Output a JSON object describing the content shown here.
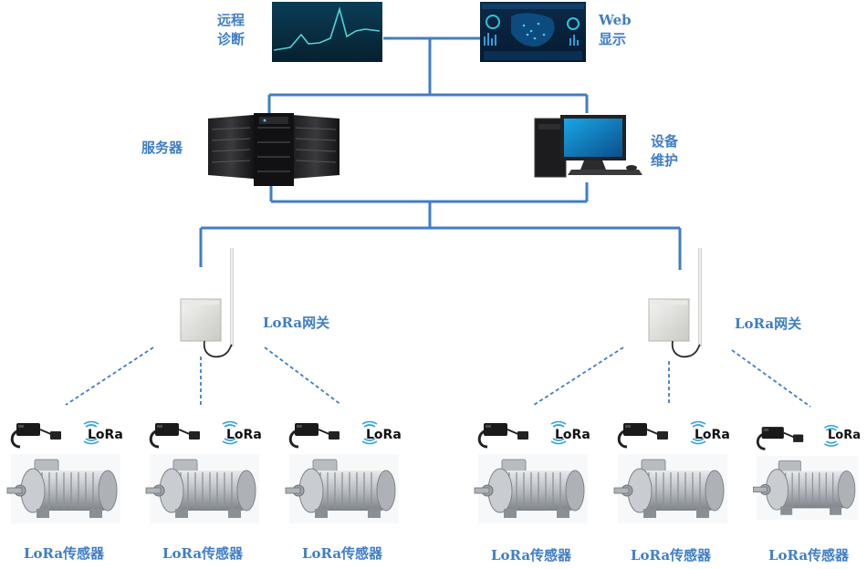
{
  "labels": {
    "remote_diagnosis_line1": "远程",
    "remote_diagnosis_line2": "诊断",
    "web_line1": "Web",
    "web_line2": "显示",
    "server": "服务器",
    "maintenance_line1": "设备",
    "maintenance_line2": "维护",
    "gateway_left": "LoRa网关",
    "gateway_right": "LoRa网关"
  },
  "logo_text": "LoRa",
  "sensors": [
    {
      "label": "LoRa传感器"
    },
    {
      "label": "LoRa传感器"
    },
    {
      "label": "LoRa传感器"
    },
    {
      "label": "LoRa传感器"
    },
    {
      "label": "LoRa传感器"
    },
    {
      "label": "LoRa传感器"
    }
  ],
  "colors": {
    "connector": "#3f7ec7",
    "label": "#3f7ec7",
    "dashed_link": "#3f7ec7"
  }
}
